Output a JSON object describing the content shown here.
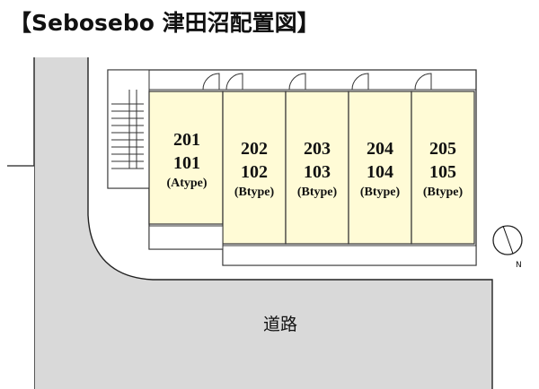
{
  "title": "【Sebosebo 津田沼配置図】",
  "units": [
    {
      "upper": "201",
      "lower": "101",
      "type": "(Atype)"
    },
    {
      "upper": "202",
      "lower": "102",
      "type": "(Btype)"
    },
    {
      "upper": "203",
      "lower": "103",
      "type": "(Btype)"
    },
    {
      "upper": "204",
      "lower": "104",
      "type": "(Btype)"
    },
    {
      "upper": "205",
      "lower": "105",
      "type": "(Btype)"
    }
  ],
  "road_label": "道路",
  "compass_label": "N",
  "colors": {
    "road": "#d9d9d9",
    "unit_fill": "#fffbd6",
    "outline": "#333333"
  }
}
